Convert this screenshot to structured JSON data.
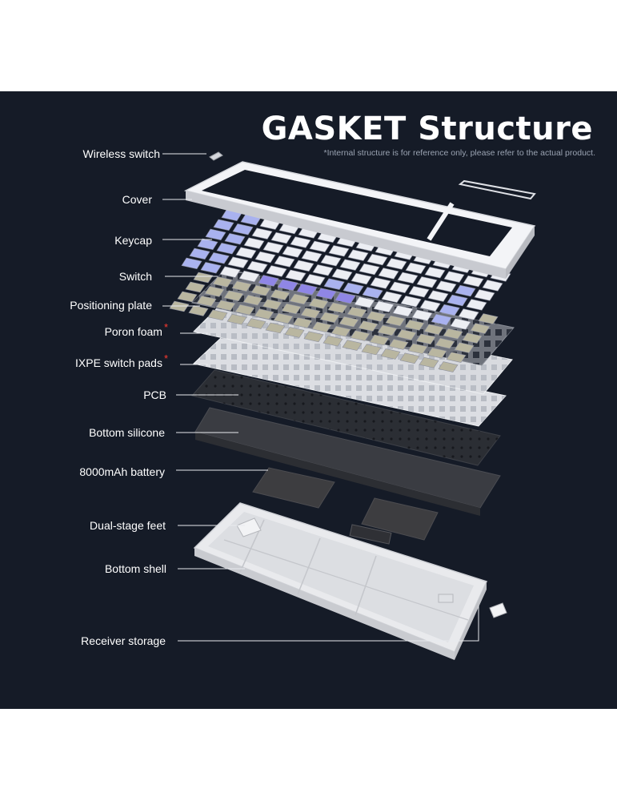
{
  "title": "GASKET Structure",
  "note": "*Internal structure is for reference only, please refer to the actual product.",
  "labels": [
    {
      "text": "Wireless switch",
      "star": ""
    },
    {
      "text": "Cover",
      "star": ""
    },
    {
      "text": "Keycap",
      "star": ""
    },
    {
      "text": "Switch",
      "star": ""
    },
    {
      "text": "Positioning plate",
      "star": ""
    },
    {
      "text": "Poron foam",
      "star": "*"
    },
    {
      "text": "IXPE switch pads",
      "star": "*"
    },
    {
      "text": "PCB",
      "star": ""
    },
    {
      "text": "Bottom silicone",
      "star": ""
    },
    {
      "text": "8000mAh battery",
      "star": ""
    },
    {
      "text": "Dual-stage feet",
      "star": ""
    },
    {
      "text": "Bottom shell",
      "star": ""
    },
    {
      "text": "Receiver storage",
      "star": ""
    }
  ],
  "colors": {
    "background": "#151b27",
    "cover": "#f3f4f7",
    "keycap_white": "#eceef3",
    "keycap_lavender": "#a9b2ef",
    "keycap_purple": "#8f86e6",
    "switch": "#b9b6a0",
    "plate": "#6f737c",
    "foam": "#d8dadf",
    "pcb": "#2b2e34",
    "silicone": "#3a3c42",
    "battery": "#3d3d40",
    "shell": "#e9eaed",
    "asterisk": "#ff3b30"
  }
}
